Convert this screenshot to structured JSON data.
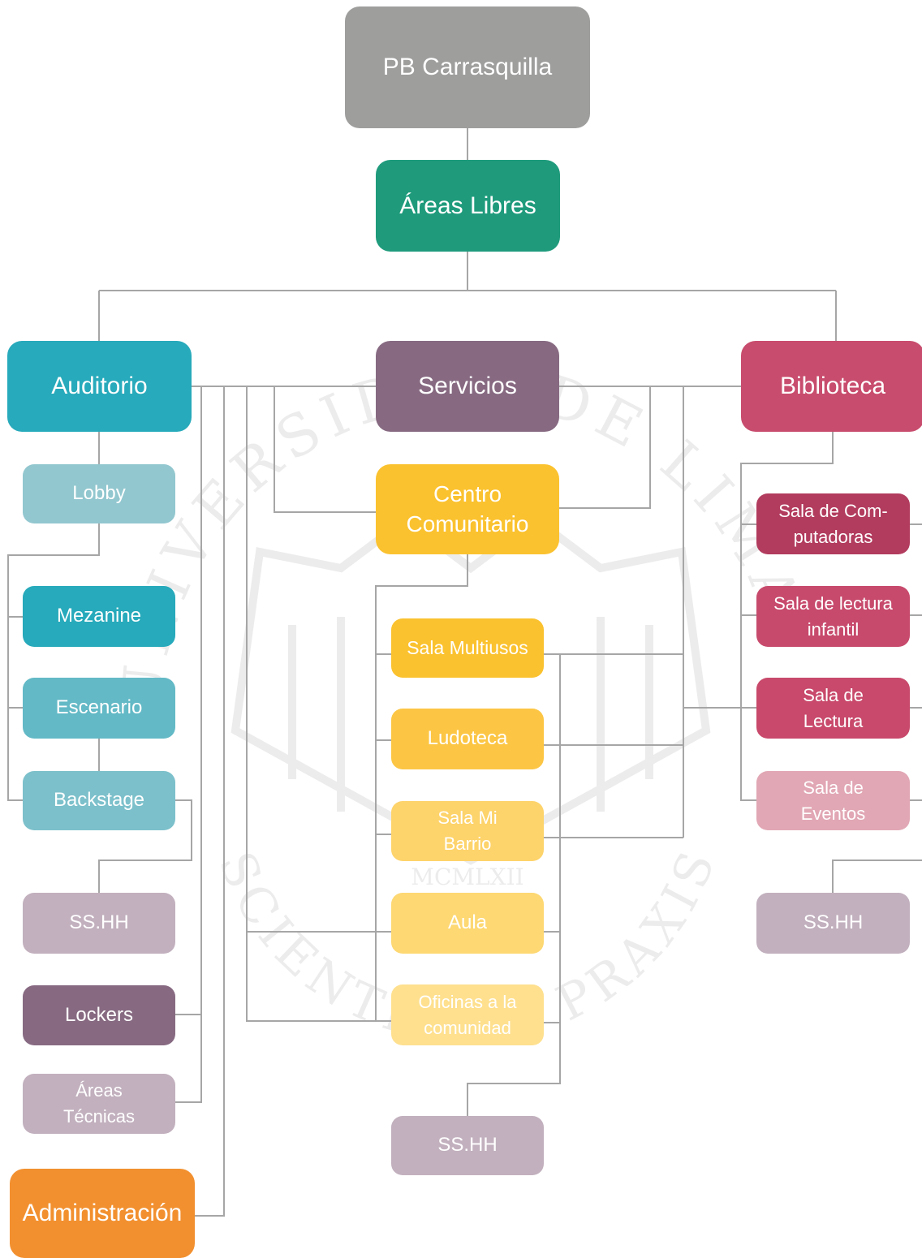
{
  "colors": {
    "root": "#9e9e9d",
    "areas_libres": "#1f9b7c",
    "auditorio": "#27aabb",
    "lobby": "#92c7cf",
    "mezanine": "#27aabb",
    "escenario": "#63b9c6",
    "backstage": "#7cc0cb",
    "sshh": "#c2b0be",
    "lockers": "#876a82",
    "areas_tecnicas": "#c2b0be",
    "administracion": "#f2902f",
    "servicios": "#876a82",
    "centro_comunitario": "#fbc22f",
    "sala_multiusos": "#fbc22f",
    "ludoteca": "#fcc644",
    "sala_mi_barrio": "#fdd36b",
    "aula": "#fdd873",
    "oficinas": "#fee08f",
    "biblioteca": "#c84c6d",
    "sala_computadoras": "#b23c5e",
    "sala_lectura_infantil": "#c74a6c",
    "sala_lectura": "#c8496b",
    "sala_eventos": "#e1a7b4",
    "lines": "#a6a6a6"
  },
  "nodes": {
    "root": "PB Carrasquilla",
    "areas_libres": "Áreas Libres",
    "auditorio": "Auditorio",
    "lobby": "Lobby",
    "mezanine": "Mezanine",
    "escenario": "Escenario",
    "backstage": "Backstage",
    "sshh_left": "SS.HH",
    "lockers": "Lockers",
    "areas_tecnicas": "Áreas Técnicas",
    "administracion": "Administración",
    "servicios": "Servicios",
    "centro_comunitario": "Centro Comunitario",
    "sala_multiusos": "Sala Multiusos",
    "ludoteca": "Ludoteca",
    "sala_mi_barrio": "Sala Mi Barrio",
    "aula": "Aula",
    "oficinas": "Oficinas a la comunidad",
    "sshh_center": "SS.HH",
    "biblioteca": "Biblioteca",
    "sala_computadoras": "Sala de Com-putadoras",
    "sala_lectura_infantil": "Sala de lectura infantil",
    "sala_lectura": "Sala de Lectura",
    "sala_eventos": "Sala de Eventos",
    "sshh_right": "SS.HH"
  },
  "watermark": {
    "top_text": "UNIVERSIDAD DE LIMA",
    "bottom_text": "SCIENTIA ET PRAXIS",
    "year": "MCMLXII"
  }
}
